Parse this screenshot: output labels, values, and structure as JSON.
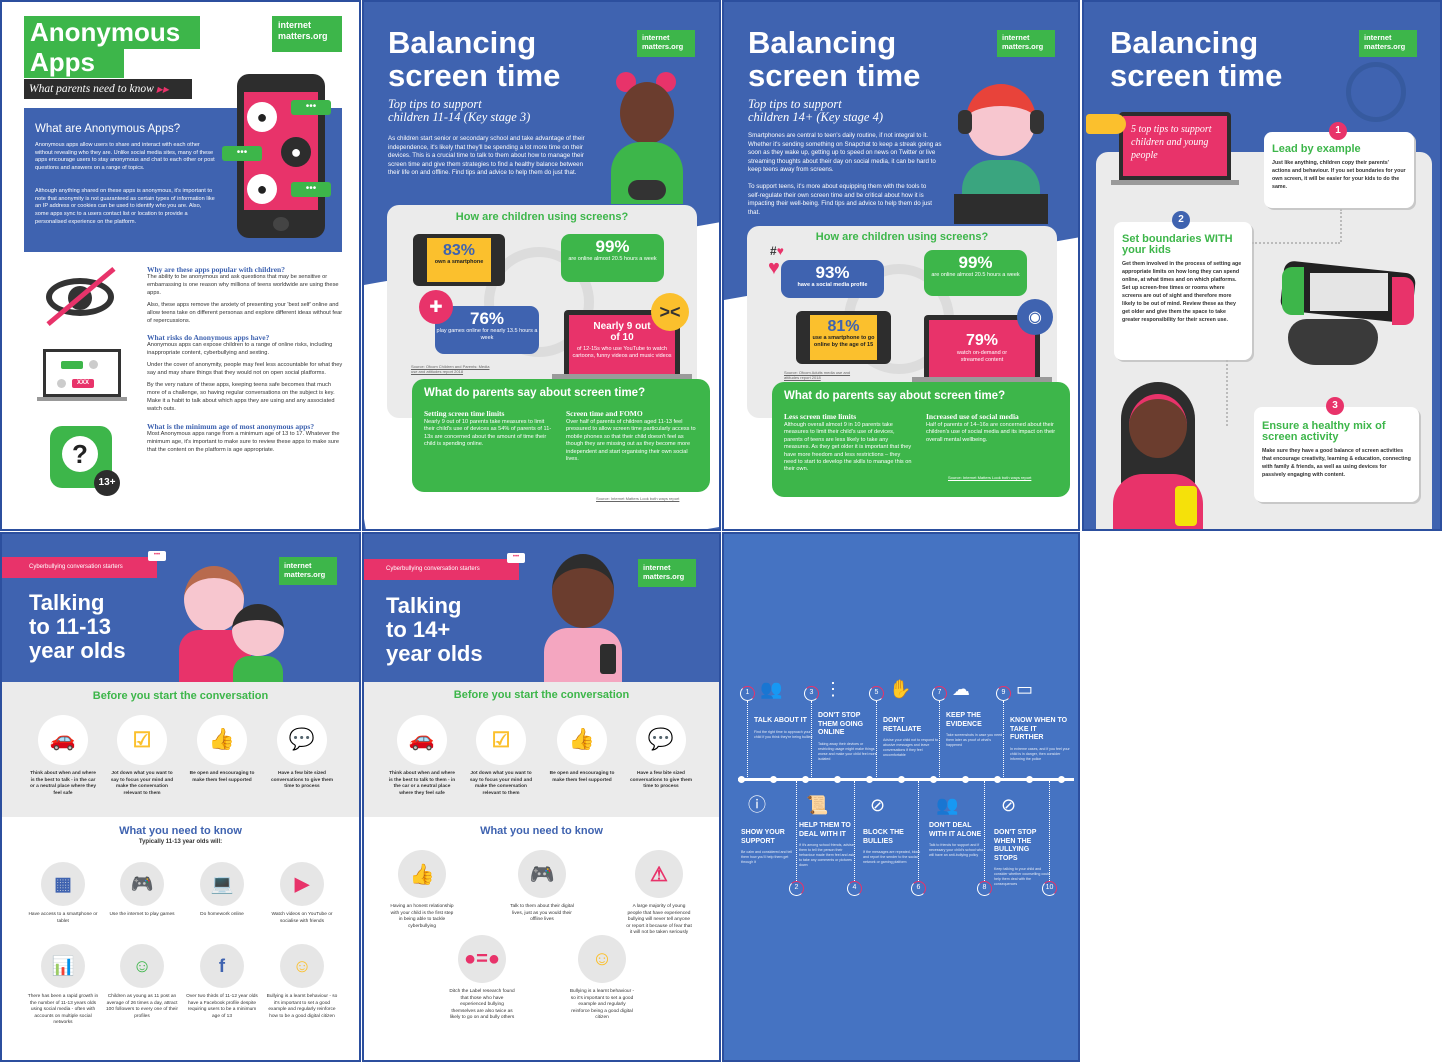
{
  "colors": {
    "blue": "#3f63b0",
    "green": "#3db64a",
    "pink": "#e8336a",
    "yellow": "#fbc02d",
    "grey": "#ebebeb"
  },
  "logo": {
    "line1": "internet",
    "line2": "matters.org"
  },
  "anon": {
    "title1": "Anonymous",
    "title2": "Apps",
    "subtitle": "What parents need to know",
    "box_heading": "What are Anonymous Apps?",
    "box_p1": "Anonymous apps allow users to share and interact with each other without revealing who they are. Unlike social media sites, many of these apps encourage users to stay anonymous and chat to each other or post questions and answers on a range of topics.",
    "box_p2": "Although anything shared on these apps is anonymous, it's important to note that anonymity is not guaranteed as certain types of information like an IP address or cookies can be used to identify who you are. Also, some apps sync to a users contact list or location to provide a personalised experience on the platform.",
    "q1": {
      "h": "Why are these apps popular with children?",
      "p1": "The ability to be anonymous and ask questions that may be sensitive or embarrassing is one reason why millions of teens worldwide are using these apps.",
      "p2": "Also, these apps remove the anxiety of presenting your 'best self' online and allow teens take on different personas and explore different ideas without fear of repercussions."
    },
    "q2": {
      "h": "What risks do Anonymous apps have?",
      "p1": "Anonymous apps can expose children to a range of online risks, including inappropriate content, cyberbullying and sexting.",
      "p2": "Under the cover of anonymity, people may feel less accountable for what they say and may share things that they would not on open social platforms.",
      "p3": "By the very nature of these apps, keeping teens safe becomes that much more of a challenge, so having regular conversations on the subject is key. Make it a habit to talk about which apps they are using and any associated watch outs."
    },
    "q3": {
      "h": "What is the minimum age of most anonymous apps?",
      "p1": "Most Anonymous apps range from a minimum age of 13 to 17. Whatever the minimum age, it's important to make sure to review these apps to make sure that the content on the platform is age appropriate."
    },
    "laptop_msg": "XXX",
    "age_badge": "13+"
  },
  "ks3": {
    "title1": "Balancing",
    "title2": "screen time",
    "sub1": "Top tips to support",
    "sub2": "children 11-14 (Key stage 3)",
    "intro": "As children start senior or secondary school and take advantage of their independence, it's likely that they'll be spending a lot more time on their devices. This is a crucial time to talk to them about how to manage their screen time and give them strategies to find a healthy balance between their life on and offline. Find tips and advice to help them do just that.",
    "screens_heading": "How are children using screens?",
    "s1": {
      "n": "83%",
      "t": "own a smartphone"
    },
    "s2": {
      "n": "99%",
      "t": "are online almost 20.5 hours a week"
    },
    "s3": {
      "n": "76%",
      "t": "play games online for nearly 13.5 hours a week"
    },
    "s4": {
      "n": "Nearly 9 out of 10",
      "t": "of 12-15s who use YouTube to watch cartoons, funny videos and music videos"
    },
    "source1": "Source: Ofcom Children and Parents: Media use and attitudes report 2018",
    "parents_heading": "What do parents say about screen time?",
    "c1": {
      "h": "Setting screen time limits",
      "t": "Nearly 9 out of 10 parents take measures to limit their child's use of devices as 54% of parents of 11-13s are concerned about the amount of time their child is spending online."
    },
    "c2": {
      "h": "Screen time and FOMO",
      "t": "Over half of parents of children aged 11-13 feel pressured to allow screen time particularly access to mobile phones so that their child doesn't feel as though they are missing out as they become more independent and start organising their own social lives."
    },
    "source2": "Source: Internet Matters Look both ways report"
  },
  "ks4": {
    "title1": "Balancing",
    "title2": "screen time",
    "sub1": "Top tips to support",
    "sub2": "children 14+ (Key stage 4)",
    "intro1": "Smartphones are central to teen's daily routine, if not integral to it. Whether it's sending something on Snapchat to keep a streak going as soon as they wake up, getting up to speed on news on Twitter or live streaming thoughts about their day on social media, it can be hard to keep teens away from screens.",
    "intro2": "To support teens, it's more about equipping them with the tools to self-regulate their own screen time and be critical about how it is impacting their well-being. Find tips and advice to help them do just that.",
    "screens_heading": "How are children using screens?",
    "s1": {
      "n": "93%",
      "t": "have a social media profile"
    },
    "s2": {
      "n": "99%",
      "t": "are online almost 20.5 hours a week"
    },
    "s3": {
      "n": "81%",
      "t": "use a smartphone to go online by the age of 15"
    },
    "s4": {
      "n": "79%",
      "t": "watch on-demand or streamed content"
    },
    "source1": "Source: Ofcom Adults media use and attitudes report 2018",
    "parents_heading": "What do parents say about screen time?",
    "c1": {
      "h": "Less screen time limits",
      "t": "Although overall almost 9 in 10 parents take measures to limit their child's use of devices, parents of teens are less likely to take any measures. As they get older it is important that they have more freedom and less restrictions – they need to start to develop the skills to manage this on their own."
    },
    "c2": {
      "h": "Increased use of social media",
      "t": "Half of parents of 14–16s are concerned about their children's use of social media and its impact on their overall mental wellbeing."
    },
    "source2": "Source: Internet Matters Look both ways report"
  },
  "tips": {
    "title1": "Balancing",
    "title2": "screen time",
    "banner": "5 top tips to support children and young people",
    "items": [
      {
        "n": "1",
        "t": "Lead by example",
        "d": "Just like anything, children copy their parents' actions and behaviour. If you set boundaries for your own screen, it will be easier for your kids to do the same."
      },
      {
        "n": "2",
        "t": "Set boundaries WITH your kids",
        "d": "Get them involved in the process of setting age appropriate limits on how long they can spend online, at what times and on which platforms. Set up screen-free times or rooms where screens are out of sight and therefore more likely to be out of mind. Review these as they get older and give them the space to take greater responsibility for their screen use."
      },
      {
        "n": "3",
        "t": "Ensure a healthy mix of screen activity",
        "d": "Make sure they have a good balance of screen activities that encourage creativity, learning & education, connecting with family & friends, as well as using devices for passively engaging with content."
      }
    ]
  },
  "talk1113": {
    "tag": "Cyberbullying conversation starters",
    "title1": "Talking",
    "title2": "to 11-13",
    "title3": "year olds",
    "before_heading": "Before you start the conversation",
    "before": [
      {
        "icon": "car",
        "t": "Think about when and where is the best to talk - in the car or a neutral place where they feel safe"
      },
      {
        "icon": "checklist",
        "t": "Jot down what you want to say to focus your mind and make the conversation relevant to them"
      },
      {
        "icon": "thumbs-up",
        "t": "Be open and encouraging to make them feel supported"
      },
      {
        "icon": "chat",
        "t": "Have a few bite sized conversations to give them time to process"
      }
    ],
    "need_heading": "What you need to know",
    "need_sub": "Typically 11-13 year olds will:",
    "need": [
      {
        "icon": "tablet",
        "t": "Have access to a smartphone or tablet"
      },
      {
        "icon": "gamepad",
        "t": "Use the internet to play games"
      },
      {
        "icon": "laptop",
        "t": "Do homework online"
      },
      {
        "icon": "video",
        "t": "Watch videos on YouTube or socialise with friends"
      },
      {
        "icon": "chart",
        "t": "There has been a rapid growth in the number of 11-13 years olds using social media - often with accounts on multiple social networks"
      },
      {
        "icon": "network",
        "t": "Children as young as 11 post an average of 26 times a day, attract 100 followers to every one of their profiles"
      },
      {
        "icon": "facebook",
        "t": "Over two thirds of 11-12 year olds have a Facebook profile despite requiring users to be a minimum age of 13"
      },
      {
        "icon": "person-stars",
        "t": "Bullying is a learnt behaviour - so it's important to set a good example and regularly reinforce how to be a good digital citizen"
      }
    ]
  },
  "talk14": {
    "tag": "Cyberbullying conversation starters",
    "title1": "Talking",
    "title2": "to 14+",
    "title3": "year olds",
    "before_heading": "Before you start the conversation",
    "before": [
      {
        "icon": "car",
        "t": "Think about when and where is the best to talk to them - in the car or a neutral place where they feel safe"
      },
      {
        "icon": "checklist",
        "t": "Jot down what you want to say to focus your mind and make the conversation relevant to them"
      },
      {
        "icon": "thumbs-up",
        "t": "Be open and encouraging to make them feel supported"
      },
      {
        "icon": "chat",
        "t": "Have a few bite sized conversations to give them time to process"
      }
    ],
    "need_heading": "What you need to know",
    "need": [
      {
        "icon": "thumbs-up",
        "t": "Having an honest relationship with your child is the first step in being able to tackle cyberbullying"
      },
      {
        "icon": "gamepad",
        "t": "Talk to them about their digital lives, just as you would their offline lives"
      },
      {
        "icon": "warning",
        "t": "A large majority of young people that have experienced bullying will never tell anyone or report it because of fear that it will not be taken seriously"
      },
      {
        "icon": "faces-equal",
        "t": "Ditch the Label research found that those who have experienced bullying themselves are also twice as likely to go on and bully others"
      },
      {
        "icon": "person-stars",
        "t": "Bullying is a learnt behaviour - so it's important to set a good example and regularly reinforce being a good digital citizen"
      }
    ]
  },
  "timeline": {
    "top": [
      {
        "n": "1",
        "t": "TALK ABOUT IT",
        "d": "Find the right time to approach your child if you think they're being bullied",
        "icon": "people-chat"
      },
      {
        "n": "3",
        "t": "DON'T STOP THEM GOING ONLINE",
        "d": "Taking away their devices or restricting usage might make things worse and make your child feel more isolated",
        "icon": "traffic-light"
      },
      {
        "n": "5",
        "t": "DON'T RETALIATE",
        "d": "Advise your child not to respond to abusive messages and leave conversations if they feel uncomfortable",
        "icon": "hand"
      },
      {
        "n": "7",
        "t": "KEEP THE EVIDENCE",
        "d": "Take screenshots in case you need them later as proof of what's happened",
        "icon": "cloud-download"
      },
      {
        "n": "9",
        "t": "KNOW WHEN TO TAKE IT FURTHER",
        "d": "In extreme cases, and if you feel your child is in danger, then consider informing the police",
        "icon": "desk"
      }
    ],
    "bottom": [
      {
        "n": "2",
        "t": "SHOW YOUR SUPPORT",
        "d": "Be calm and considered and tell them how you'll help them get through it",
        "icon": "people-info"
      },
      {
        "n": "4",
        "t": "HELP THEM TO DEAL WITH IT",
        "d": "If it's among school friends, advise them to tell the person their behaviour made them feel and ask to take any comments or pictures down",
        "icon": "certificate"
      },
      {
        "n": "6",
        "t": "BLOCK THE BULLIES",
        "d": "If the messages are repeated, block and report the sender to the social network or gaming platform",
        "icon": "block-chat"
      },
      {
        "n": "8",
        "t": "DON'T DEAL WITH IT ALONE",
        "d": "Talk to friends for support and if necessary your child's school who will have an anti-bullying policy",
        "icon": "people-chat"
      },
      {
        "n": "10",
        "t": "DON'T STOP WHEN THE BULLYING STOPS",
        "d": "Keep talking to your child and consider whether counselling could help them deal with the consequences",
        "icon": "no-sign"
      }
    ]
  }
}
